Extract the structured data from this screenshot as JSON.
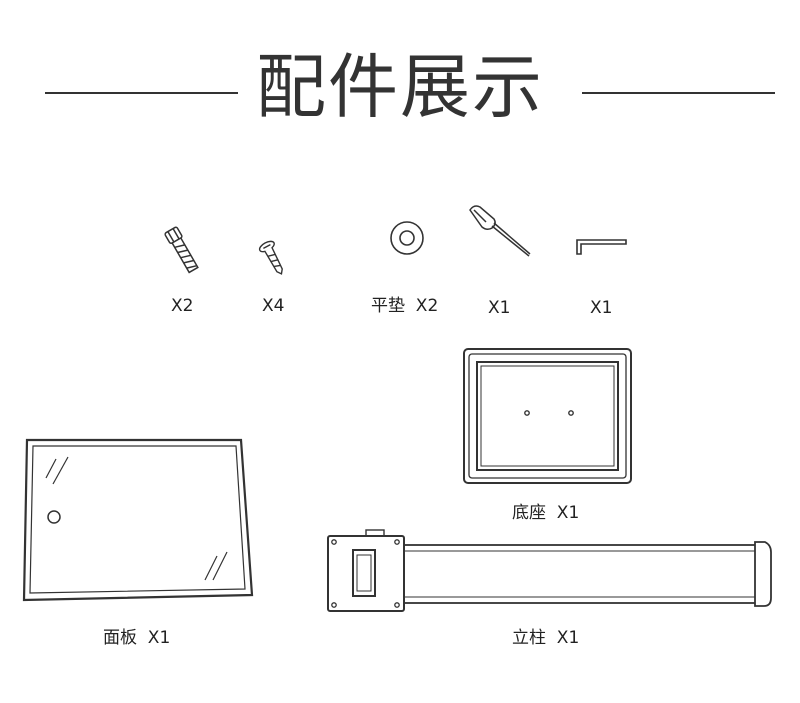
{
  "title": "配件展示",
  "parts": {
    "screw_large": {
      "label": "X2",
      "icon": "hex-socket-screw-icon"
    },
    "screw_small": {
      "label": "X4",
      "icon": "cross-screw-icon"
    },
    "washer": {
      "label": "平垫  X2",
      "icon": "washer-icon"
    },
    "screwdriver": {
      "label": "X1",
      "icon": "screwdriver-icon"
    },
    "hex_key": {
      "label": "X1",
      "icon": "hex-key-icon"
    },
    "base": {
      "label": "底座  X1",
      "icon": "base-plate-icon"
    },
    "panel": {
      "label": "面板  X1",
      "icon": "glass-panel-icon"
    },
    "column": {
      "label": "立柱  X1",
      "icon": "column-pole-icon"
    }
  },
  "colors": {
    "line": "#333333",
    "background": "#ffffff"
  }
}
